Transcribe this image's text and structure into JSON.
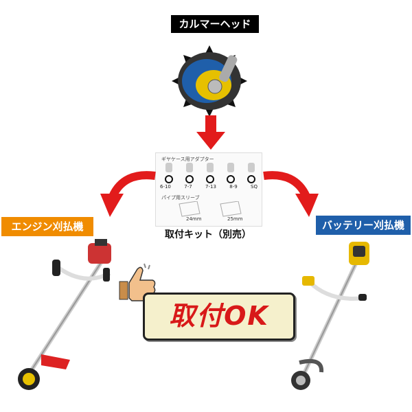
{
  "title_head": "カルマーヘッド",
  "kit": {
    "section1": "ギヤケース用アダプター",
    "sizes": [
      "6-10",
      "7-7",
      "7-13",
      "8-9",
      "SQ"
    ],
    "section2": "パイプ用スリーブ",
    "sleeve1": "24mm",
    "sleeve2": "25mm"
  },
  "kit_caption": "取付キット（別売）",
  "label_engine": "エンジン刈払機",
  "label_battery": "バッテリー刈払機",
  "ok_text": "取付OK",
  "colors": {
    "arrow": "#e21b1b",
    "engine": "#f08c00",
    "battery": "#1f5faa",
    "ok_text": "#d81919"
  }
}
